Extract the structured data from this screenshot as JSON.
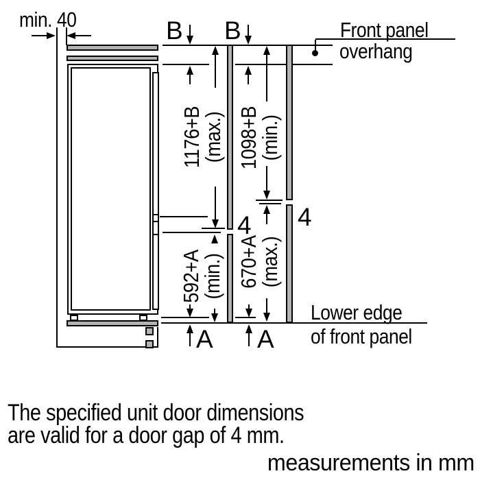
{
  "colors": {
    "line": "#000000",
    "panel_gray": "#b3b3b3",
    "background": "#ffffff"
  },
  "labels": {
    "min_gap": "min. 40",
    "b": "B",
    "a": "A",
    "door_gap": "4",
    "front_panel_overhang": {
      "line1": "Front panel",
      "line2": "overhang"
    },
    "lower_edge": {
      "line1": "Lower edge",
      "line2": "of front panel"
    }
  },
  "dimensions": {
    "upper_panel_max": {
      "value": "1176+B",
      "qualifier": "(max.)"
    },
    "upper_panel_min": {
      "value": "1098+B",
      "qualifier": "(min.)"
    },
    "lower_panel_min": {
      "value": "592+A",
      "qualifier": "(min.)"
    },
    "lower_panel_max": {
      "value": "670+A",
      "qualifier": "(max.)"
    }
  },
  "notes": {
    "line1": "The specified unit door dimensions",
    "line2": "are valid for a door gap of 4 mm.",
    "units": "measurements in mm"
  }
}
